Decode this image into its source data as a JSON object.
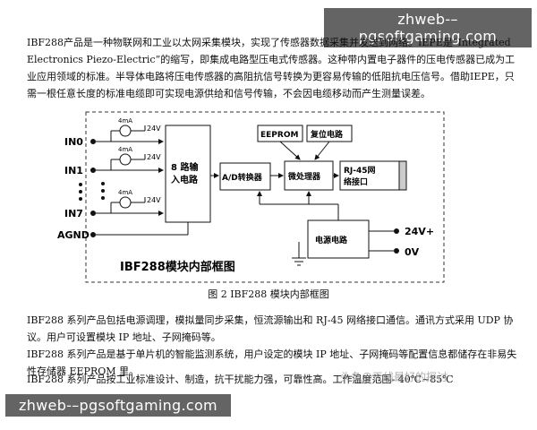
{
  "watermark": {
    "top": "zhweb-–pgsoftgaming.com",
    "bottom": "zhweb-–pgsoftgaming.com"
  },
  "paragraphs": [
    "IBF288产品是一种物联网和工业以太网采集模块，实现了传感器数据采集并发送到网络。IEPE是“Integrated Electronics Piezo-Electric”的缩写，即集成电路型压电式传感器。这种带内置电子器件的压电传感器已成为工业应用领域的标准。半导体电路将压电传感器的高阻抗信号转换为更容易传输的低阻抗电压信号。借助IEPE，只需一根任意长度的标准电缆即可实现电源供给和信号传输，不会因电缆移动而产生测量误差。",
    "IBF288 系列产品包括电源调理，模拟量同步采集，恒流源输出和 RJ-45 网络接口通信。通讯方式采用 UDP 协议。用户可设置模块 IP 地址、子网掩码等。",
    "IBF288 系列产品是基于单片机的智能监测系统，用户设定的模块 IP 地址、子网掩码等配置信息都储存在非易失性存储器 EEPROM 里。",
    "IBF288 系列产品按工业标准设计、制造，抗干扰能力强，可靠性高。工作温度范围- 40℃~85℃"
  ],
  "diagram": {
    "inputs": [
      "IN0",
      "IN1",
      "IN7",
      "AGND"
    ],
    "current_label": "4mA",
    "supply_small": "24V",
    "mux": [
      "8 路输",
      "入电路"
    ],
    "adc": "A/D转换器",
    "eeprom": "EEPROM",
    "reset": "复位电路",
    "mcu": "微处理器",
    "rj45": [
      "RJ-45网",
      "络接口"
    ],
    "power": "电源电路",
    "v_plus": "24V+",
    "v_zero": "0V",
    "title": "IBF288模块内部框图"
  },
  "caption": "图 2   IBF288 模块内部框图",
  "overlay_text": "头条@无线最好的探讨"
}
